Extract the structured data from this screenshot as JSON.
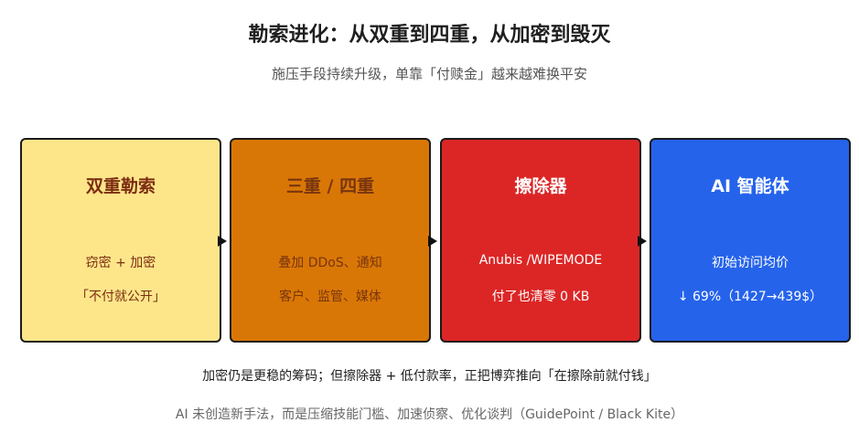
{
  "title": "勒索进化：从双重到四重，从加密到毁灭",
  "subtitle": "施压手段持续升级，单靠「付赎金」越来越难换平安",
  "stages": [
    {
      "title": "双重勒索",
      "line1": "窃密 + 加密",
      "line2": "「不付就公开」",
      "color": "#fde68a"
    },
    {
      "title": "三重 / 四重",
      "line1": "叠加 DDoS、通知",
      "line2": "客户、监管、媒体",
      "color": "#d97706"
    },
    {
      "title": "擦除器",
      "line1": "Anubis /WIPEMODE",
      "line2": "付了也清零 0 KB",
      "color": "#dc2626"
    },
    {
      "title": "AI 智能体",
      "line1": "初始访问均价",
      "line2": "↓ 69%（1427→439$）",
      "color": "#2563eb"
    }
  ],
  "note": "加密仍是更稳的筹码；但擦除器 + 低付款率，正把博弈推向「在擦除前就付钱」",
  "source": "AI 未创造新手法，而是压缩技能门槛、加速侦察、优化谈判（GuidePoint / Black Kite）"
}
